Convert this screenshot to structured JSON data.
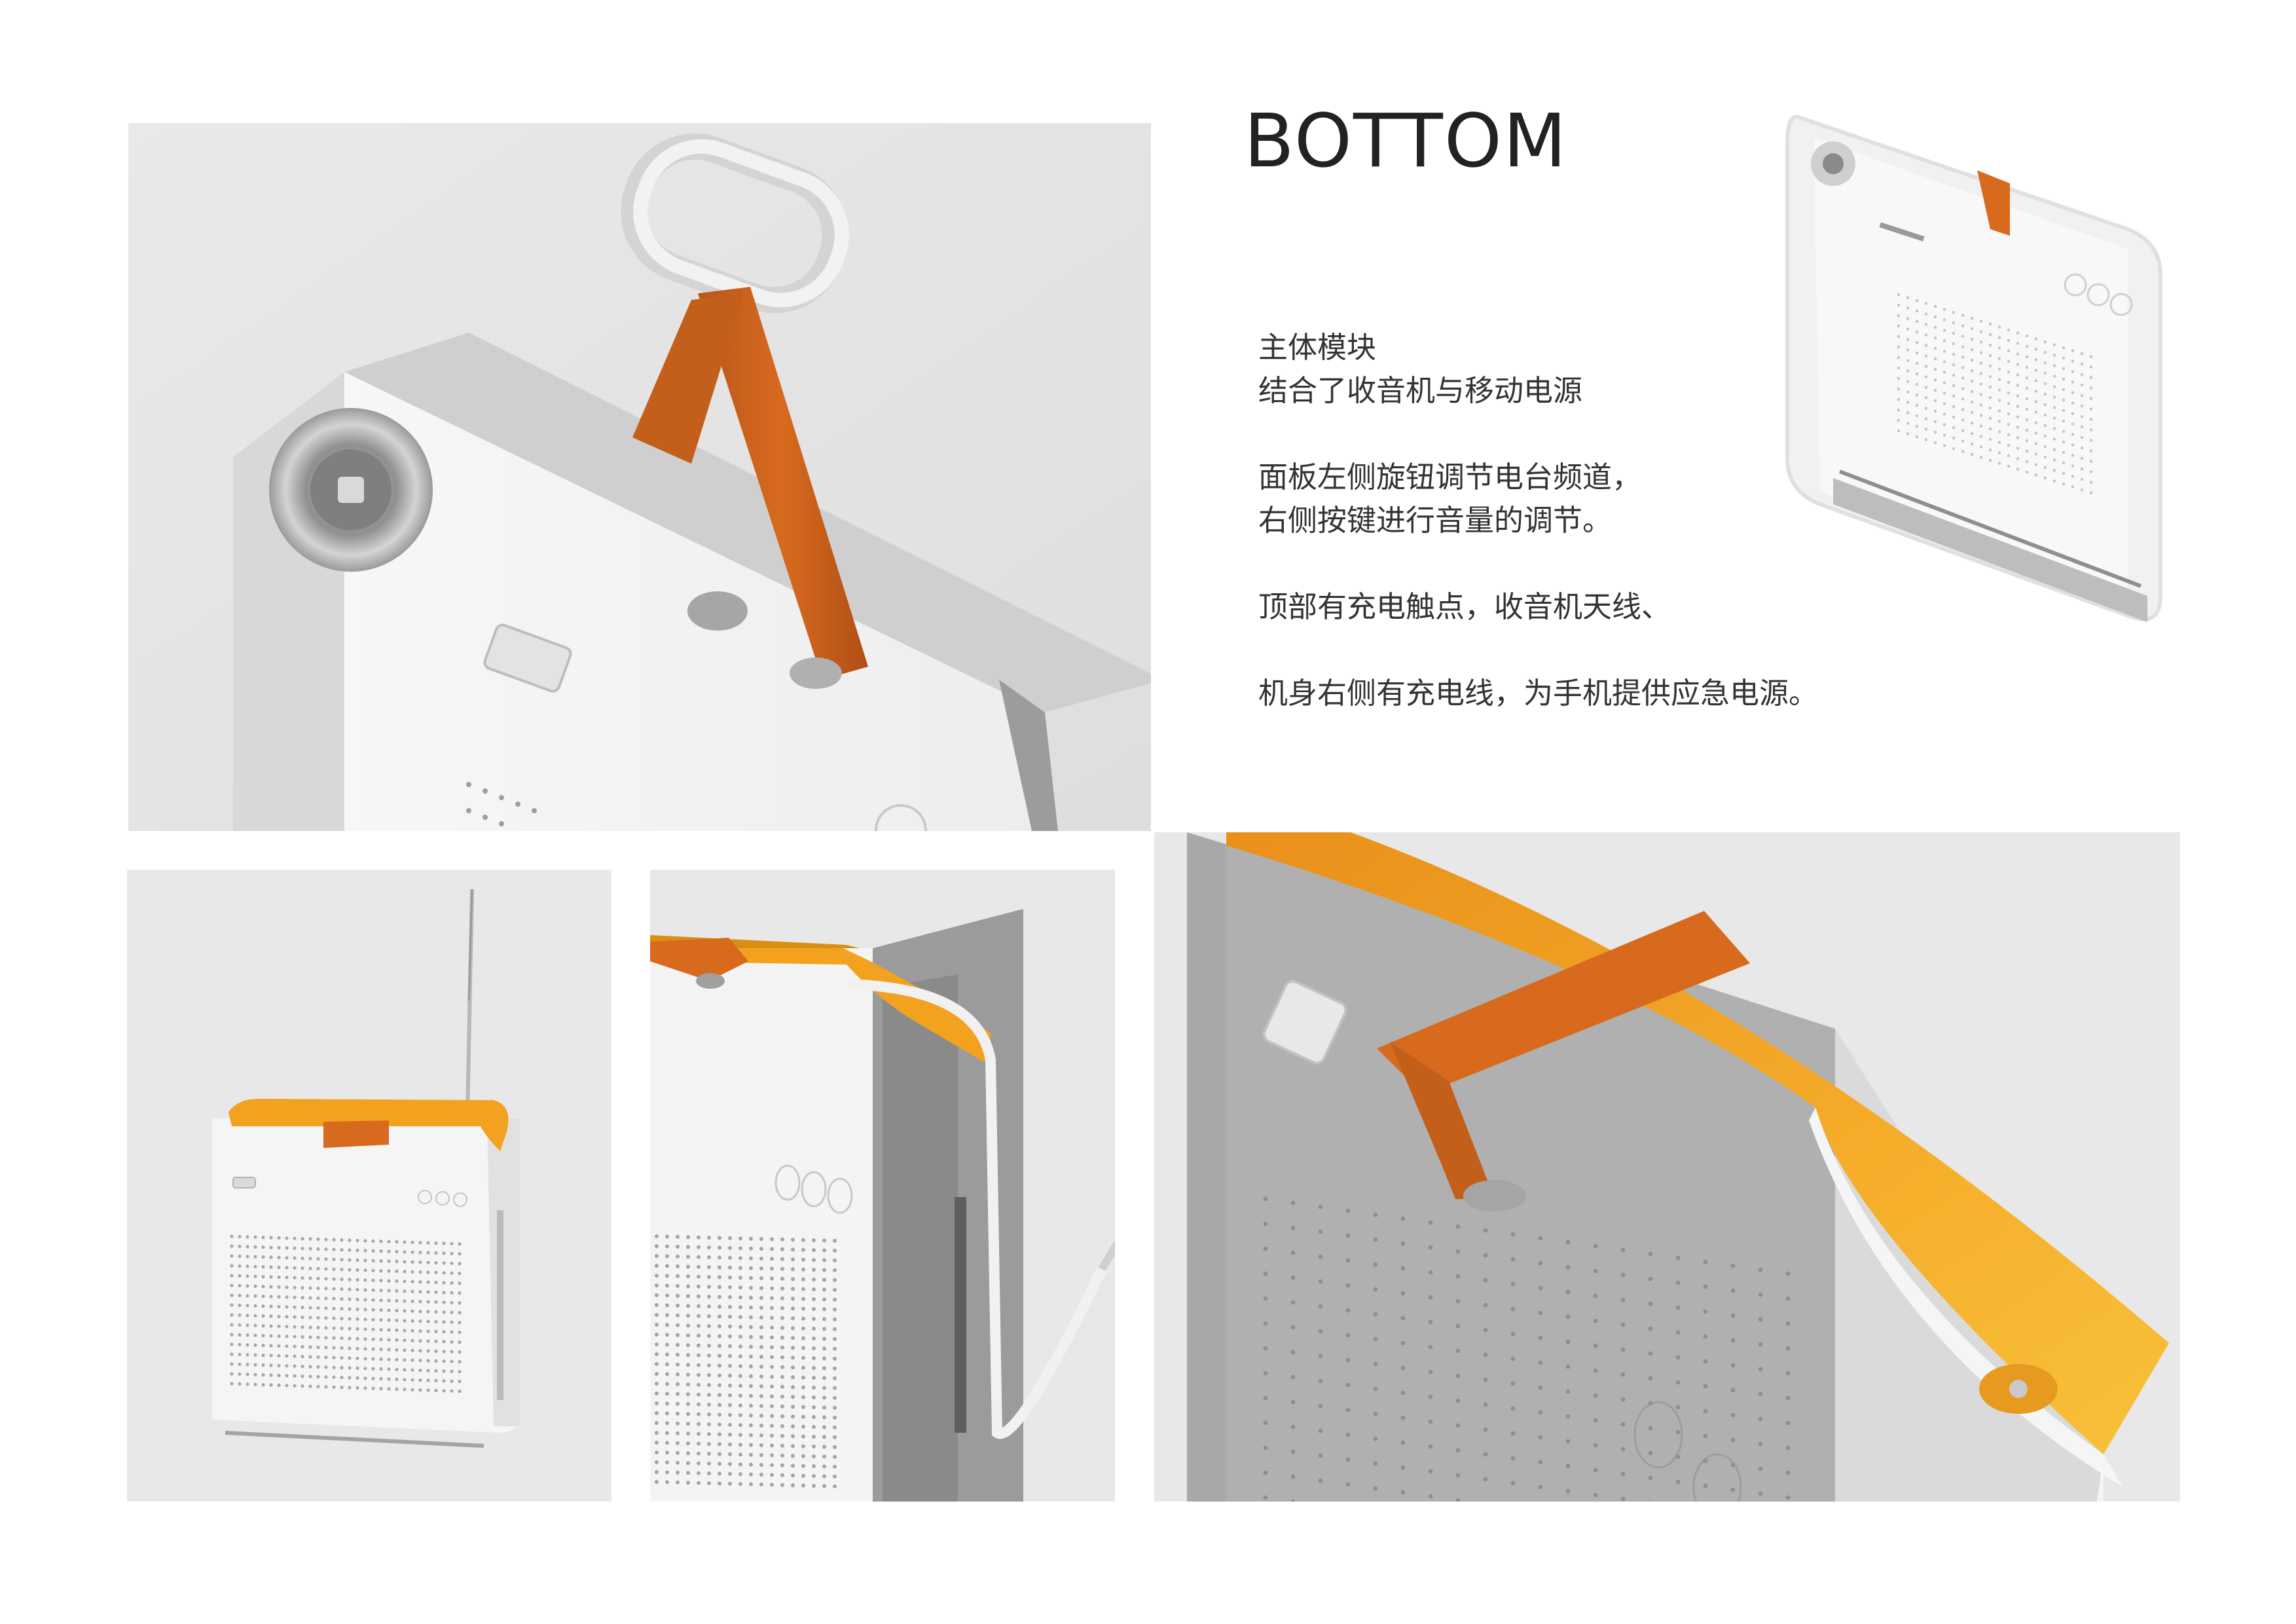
{
  "header": {
    "title": "BOTTOM"
  },
  "description": {
    "line1": "主体模块",
    "line2": "结合了收音机与移动电源",
    "line3": "面板左侧旋钮调节电台频道，",
    "line4": "右侧按键进行音量的调节。",
    "line5": "顶部有充电触点，收音机天线、",
    "line6": "机身右侧有充电线，为手机提供应急电源。"
  },
  "colors": {
    "accent_orange": "#d86a1e",
    "interior_orange": "#f2a21f",
    "body_white": "#f4f4f4",
    "background_grey": "#e6e6e6",
    "metal": "#a9a9a9"
  },
  "images": {
    "hero": "device-top-with-handle-and-strap",
    "thumb": "device-bottom-view",
    "front": "device-front-with-antenna",
    "side": "device-side-with-charging-cable",
    "closeup": "device-top-closeup-orange-interior"
  }
}
